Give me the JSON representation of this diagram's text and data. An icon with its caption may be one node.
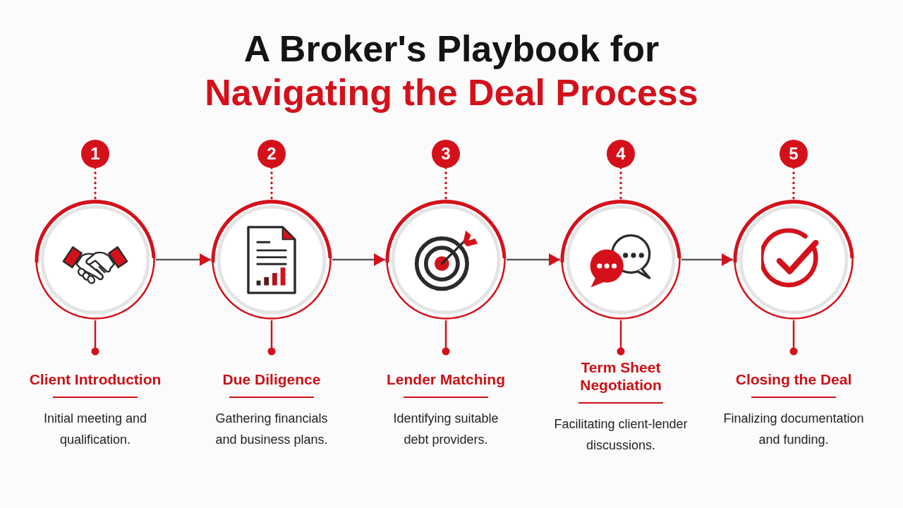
{
  "diagram": {
    "title": "A Broker's Playbook for **Navigating the Deal Process**",
    "nodes": [
      {
        "text": [
          "1"
        ]
      },
      {
        "text": [],
        "shape": "circle"
      },
      {
        "text": [
          "Client Introduction",
          "Initial meeting and qualification."
        ]
      },
      {
        "text": [
          "2"
        ]
      },
      {
        "text": [],
        "shape": "circle"
      },
      {
        "text": [
          "Due Diligence",
          "Gathering financials and business plans."
        ]
      },
      {
        "text": [
          "3"
        ]
      },
      {
        "text": [],
        "shape": "circle"
      },
      {
        "text": [
          "Lender Matching",
          "Identifying suitable debt providers."
        ]
      },
      {
        "text": [
          "4"
        ]
      },
      {
        "text": [],
        "shape": "circle"
      },
      {
        "text": [
          "Term Sheet Negotiation",
          "Facilitating client-lender discussions."
        ]
      },
      {
        "text": [
          "5"
        ]
      },
      {
        "text": [],
        "shape": "circle"
      },
      {
        "text": [
          "Closing the Deal",
          "Finalizing documentation and funding."
        ]
      }
    ],
    "edges": [
      {
        "from": 0,
        "to": 1,
        "arrow": "none",
        "style": "dashed"
      },
      {
        "from": 1,
        "to": 2,
        "arrow": "other"
      },
      {
        "from": 1,
        "to": 4,
        "arrow": "to",
        "color": "#5a5a5a"
      },
      {
        "from": 3,
        "to": 4,
        "arrow": "none",
        "style": "dashed"
      },
      {
        "from": 4,
        "to": 5,
        "arrow": "other"
      },
      {
        "from": 4,
        "to": 7,
        "arrow": "to",
        "color": "#5a5a5a"
      },
      {
        "from": 6,
        "to": 7,
        "arrow": "none",
        "style": "dashed"
      },
      {
        "from": 7,
        "to": 8,
        "arrow": "other"
      },
      {
        "from": 7,
        "to": 10,
        "arrow": "to",
        "color": "#5a5a5a"
      },
      {
        "from": 9,
        "to": 10,
        "arrow": "none",
        "style": "dashed"
      },
      {
        "from": 10,
        "to": 11,
        "arrow": "other"
      },
      {
        "from": 10,
        "to": 13,
        "arrow": "to",
        "color": "#5a5a5a"
      },
      {
        "from": 12,
        "to": 13,
        "arrow": "none",
        "style": "dashed"
      },
      {
        "from": 13,
        "to": 14,
        "arrow": "other"
      }
    ]
  }
}
